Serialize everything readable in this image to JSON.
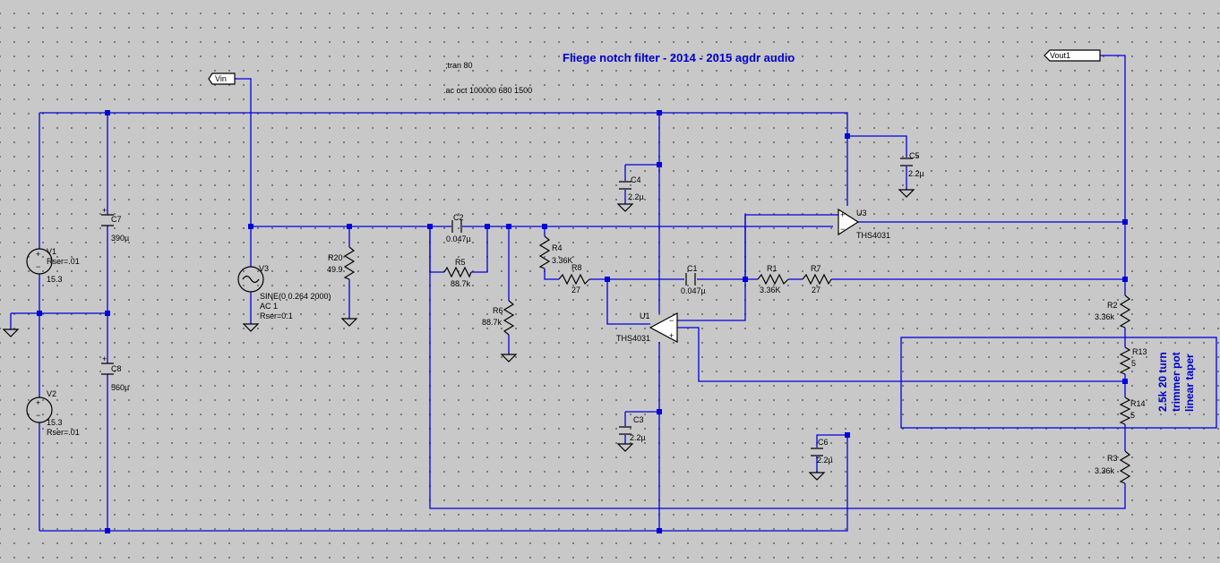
{
  "title": "Fliege notch filter - 2014 - 2015 agdr audio",
  "directives": {
    "tran": ";tran 80",
    "ac": ".ac oct 100000 680 1500"
  },
  "labels": {
    "vin": "Vin",
    "vout": "Vout1"
  },
  "pot_note": {
    "line1": "2.5k 20 turn",
    "line2": "trimmer pot",
    "line3": "linear taper"
  },
  "components": {
    "V1": {
      "name": "V1",
      "line1": "Rser=.01",
      "line2": "15.3"
    },
    "V2": {
      "name": "V2",
      "line1": "15.3",
      "line2": "Rser=.01"
    },
    "V3": {
      "name": "V3",
      "line1": "SINE(0 0.264 2000)",
      "line2": "AC 1",
      "line3": "Rser=0.1"
    },
    "C1": {
      "name": "C1",
      "value": "0.047µ"
    },
    "C2": {
      "name": "C2",
      "value": "0.047µ"
    },
    "C3": {
      "name": "C3",
      "value": "2.2µ"
    },
    "C4": {
      "name": "C4",
      "value": "2.2µ"
    },
    "C5": {
      "name": "C5",
      "value": "2.2µ"
    },
    "C6": {
      "name": "C6",
      "value": "2.2µ"
    },
    "C7": {
      "name": "C7",
      "value": "390µ"
    },
    "C8": {
      "name": "C8",
      "value": "560µ"
    },
    "R1": {
      "name": "R1",
      "value": "3.36K"
    },
    "R2": {
      "name": "R2",
      "value": "3.36k"
    },
    "R3": {
      "name": "R3",
      "value": "3.36k"
    },
    "R4": {
      "name": "R4",
      "value": "3.36K"
    },
    "R5": {
      "name": "R5",
      "value": "88.7k"
    },
    "R6": {
      "name": "R6",
      "value": "88.7k"
    },
    "R7": {
      "name": "R7",
      "value": "27"
    },
    "R8": {
      "name": "R8",
      "value": "27"
    },
    "R13": {
      "name": "R13",
      "value": "5"
    },
    "R14": {
      "name": "R14",
      "value": "5"
    },
    "R20": {
      "name": "R20",
      "value": "49.9"
    },
    "U1": {
      "name": "U1",
      "model": "THS4031"
    },
    "U3": {
      "name": "U3",
      "model": "THS4031"
    }
  }
}
